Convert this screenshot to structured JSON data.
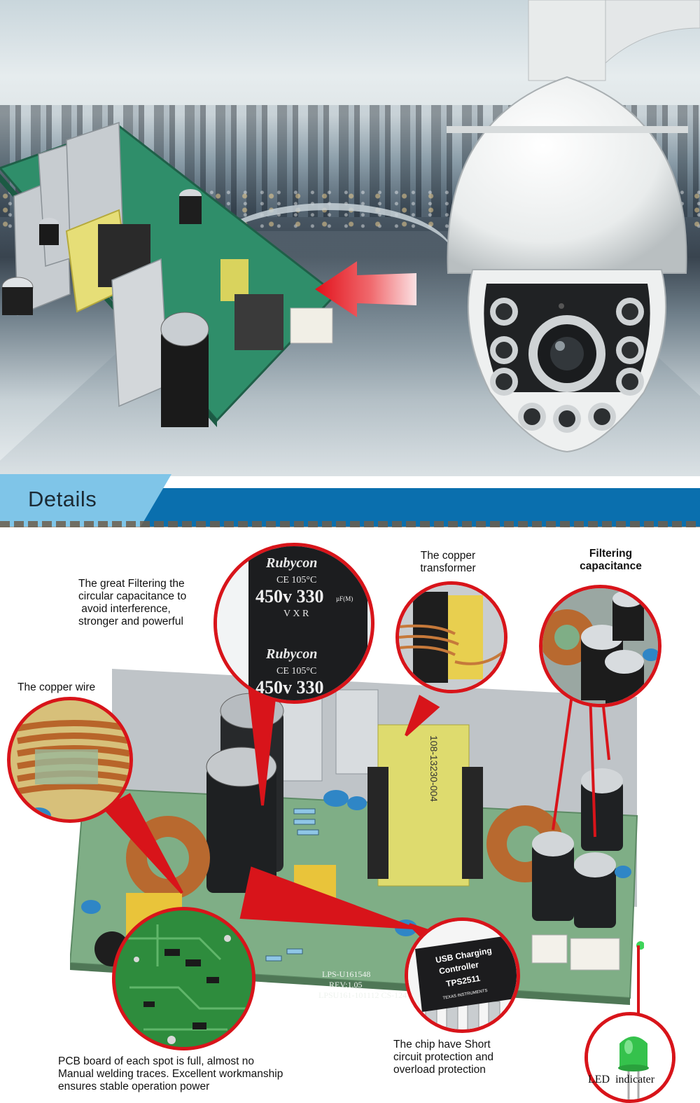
{
  "banner": {
    "title": "Details"
  },
  "capacitor_print": {
    "brand": "Rubycon",
    "temp": "CE 105°C",
    "rating": "450v 330",
    "unit": "µF(M)",
    "series": "V X R"
  },
  "transformer_print": "108-13230-004",
  "chip_print": {
    "line1": "USB Charging",
    "line2": "Controller",
    "part": "TPS2511",
    "maker": "TEXAS INSTRUMENTS"
  },
  "board_print": {
    "model1": "LPS-U161548",
    "rev": "REV:1.05",
    "model2": "LPSU161-101112  CS-124"
  },
  "labels": {
    "filter_cap": [
      "The great Filtering the",
      "circular capacitance to",
      " avoid interference,",
      "stronger and powerful"
    ],
    "copper_wire": "The copper wire",
    "copper_transformer": [
      "The copper",
      "transformer"
    ],
    "filtering_capacitance": [
      "Filtering",
      "capacitance"
    ],
    "chip": [
      "The chip have Short",
      "circuit protection and",
      "overload protection"
    ],
    "pcb": [
      "PCB board of each spot is full, almost no",
      "Manual welding traces. Excellent workmanship",
      "ensures stable operation power"
    ],
    "led": "LED  indicater"
  },
  "colors": {
    "banner_dark": "#0a6fae",
    "banner_light": "#7fc5e8",
    "callout_red": "#d8141a",
    "pcb_green": "#7fae86"
  }
}
